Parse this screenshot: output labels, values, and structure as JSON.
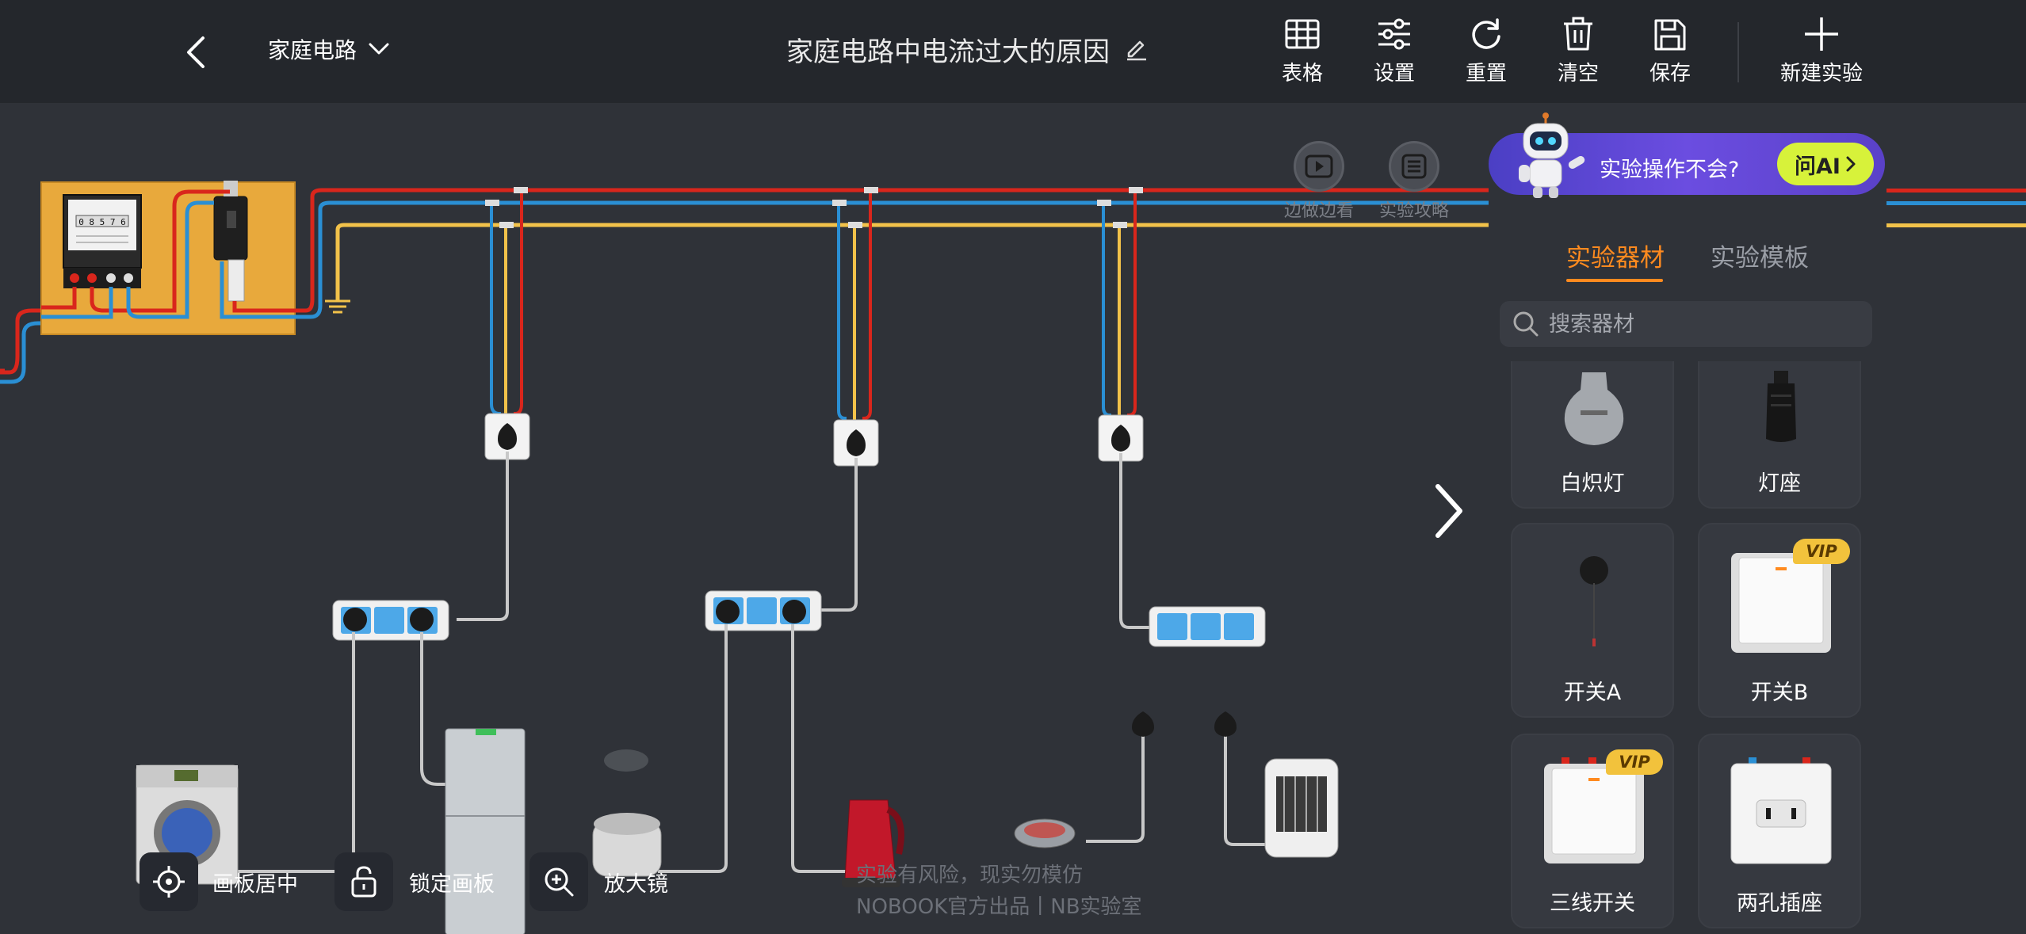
{
  "header": {
    "breadcrumb": "家庭电路",
    "title": "家庭电路中电流过大的原因",
    "tools": [
      {
        "label": "表格",
        "icon": "table-icon"
      },
      {
        "label": "设置",
        "icon": "sliders-icon"
      },
      {
        "label": "重置",
        "icon": "reset-icon"
      },
      {
        "label": "清空",
        "icon": "trash-icon"
      },
      {
        "label": "保存",
        "icon": "save-icon"
      },
      {
        "label": "新建实验",
        "icon": "plus-icon"
      }
    ]
  },
  "canvas_actions": {
    "watch": "边做边看",
    "guide": "实验攻略"
  },
  "ai_banner": {
    "text": "实验操作不会?",
    "button": "问AI"
  },
  "panel": {
    "tab_active": "实验器材",
    "tab_other": "实验模板",
    "search_placeholder": "搜索器材",
    "items": [
      {
        "label": "白炽灯",
        "vip": ""
      },
      {
        "label": "灯座",
        "vip": ""
      },
      {
        "label": "开关A",
        "vip": ""
      },
      {
        "label": "开关B",
        "vip": "VIP"
      },
      {
        "label": "三线开关",
        "vip": "VIP"
      },
      {
        "label": "两孔插座",
        "vip": ""
      }
    ]
  },
  "bottom": {
    "center": "画板居中",
    "lock": "锁定画板",
    "zoom": "放大镜"
  },
  "watermark": {
    "line1": "实验有风险，现实勿模仿",
    "line2": "NOBOOK官方出品丨NB实验室"
  },
  "meter": {
    "reading": "0 8 5 7 6"
  },
  "colors": {
    "live_wire": "#d9261c",
    "neutral_wire": "#2a8fd4",
    "ground_wire": "#f2c24a",
    "accent": "#ff8a1f",
    "vip": "#f2c23c"
  }
}
